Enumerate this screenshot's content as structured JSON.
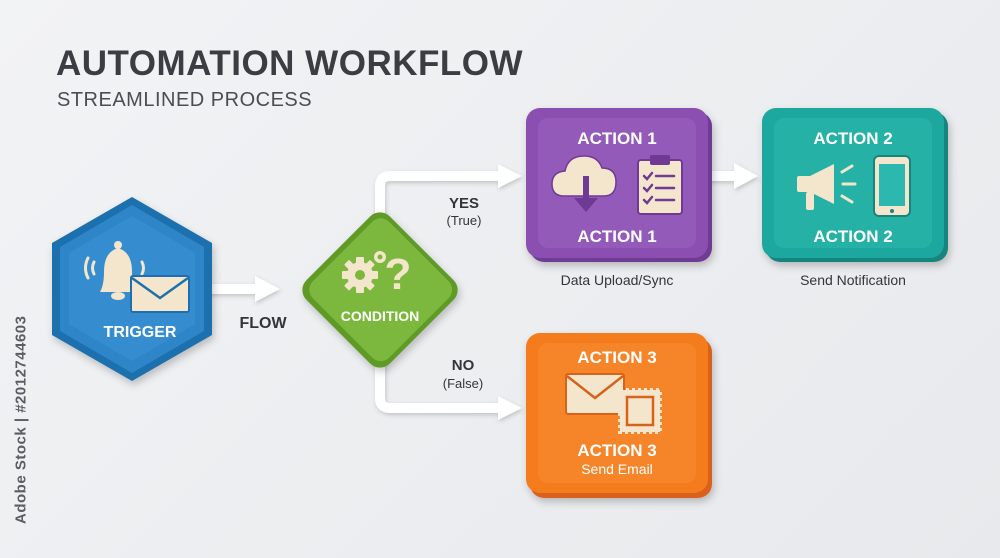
{
  "title": "AUTOMATION WORKFLOW",
  "subtitle": "STREAMLINED PROCESS",
  "nodes": {
    "trigger": {
      "label": "TRIGGER",
      "color": "#2f86c9",
      "icons": [
        "bell-icon",
        "envelope-icon"
      ]
    },
    "condition": {
      "label": "CONDITION",
      "color": "#7cb83c",
      "icons": [
        "gears-icon",
        "question-mark-icon"
      ]
    },
    "action1": {
      "top_label": "ACTION 1",
      "bottom_label": "ACTION 1",
      "caption": "Data Upload/Sync",
      "color": "#8a4fb0",
      "icons": [
        "cloud-download-icon",
        "clipboard-checklist-icon"
      ]
    },
    "action2": {
      "top_label": "ACTION 2",
      "bottom_label": "ACTION 2",
      "caption": "Send Notification",
      "color": "#1fa89f",
      "icons": [
        "megaphone-icon",
        "smartphone-icon"
      ]
    },
    "action3": {
      "top_label": "ACTION 3",
      "bottom_label": "ACTION 3",
      "sub_label": "Send Email",
      "color": "#f57c1f",
      "icons": [
        "envelope-icon",
        "stamp-icon"
      ]
    }
  },
  "edges": {
    "flow_label": "FLOW",
    "yes_label": "YES",
    "yes_sub": "(True)",
    "no_label": "NO",
    "no_sub": "(False)"
  },
  "watermark": "Adobe Stock | #2012744603"
}
